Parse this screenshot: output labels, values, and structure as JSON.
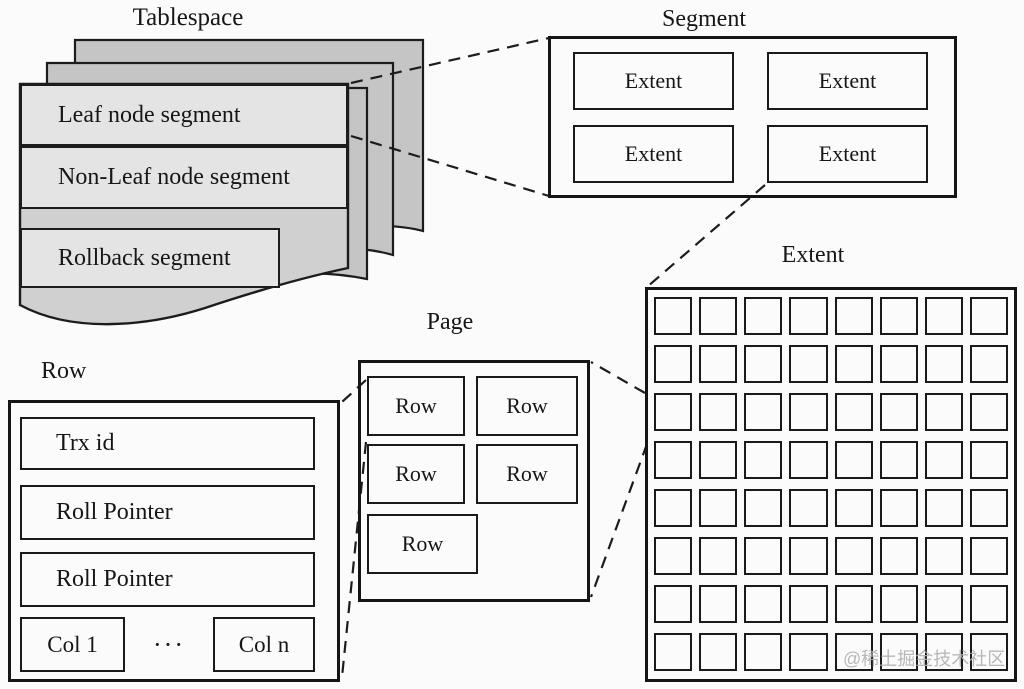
{
  "tablespace": {
    "title": "Tablespace",
    "segments": [
      "Leaf node segment",
      "Non-Leaf node segment",
      "Rollback segment"
    ]
  },
  "segment": {
    "title": "Segment",
    "extents": [
      "Extent",
      "Extent",
      "Extent",
      "Extent"
    ]
  },
  "extent": {
    "title": "Extent",
    "grid_rows": 8,
    "grid_cols": 8
  },
  "page": {
    "title": "Page",
    "row_groups": [
      [
        "Row",
        "Row"
      ],
      [
        "Row",
        "Row"
      ],
      [
        "Row"
      ]
    ]
  },
  "row": {
    "title": "Row",
    "fields": [
      "Trx id",
      "Roll Pointer",
      "Roll Pointer"
    ],
    "col_first": "Col 1",
    "col_ellipsis": "···",
    "col_last": "Col n"
  },
  "watermark": "@稀土掘金技术社区",
  "colors": {
    "background": "#fbfbfb",
    "sheet": "#c5c5c5",
    "front_page": "#d0d0d0",
    "segment_bar": "#e4e4e4",
    "line": "#1c1c1c",
    "watermark": "#afafaf"
  }
}
